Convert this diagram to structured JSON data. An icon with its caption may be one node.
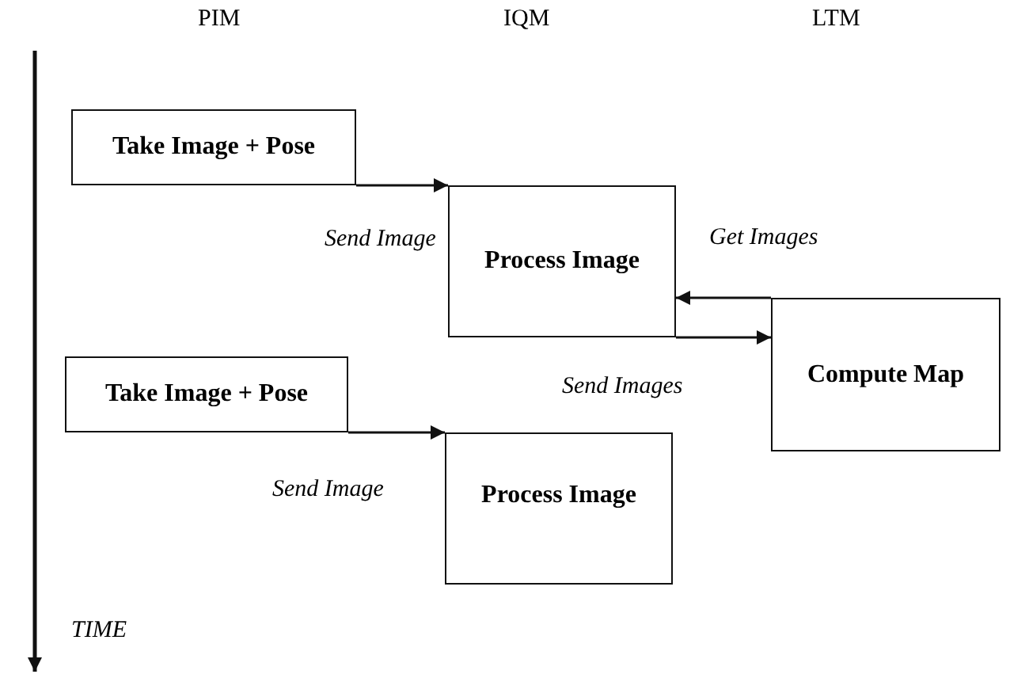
{
  "diagram": {
    "nodes": [
      {
        "text": [
          "Take Image + Pose"
        ]
      },
      {
        "text": [
          "Process Image"
        ]
      },
      {
        "text": [
          "Compute Map"
        ]
      },
      {
        "text": [
          "Take Image + Pose"
        ]
      },
      {
        "text": [
          "Process Image"
        ]
      }
    ],
    "edges": [
      {
        "from": 0,
        "to": 1,
        "arrow": "to",
        "label": "Send Image"
      },
      {
        "from": 2,
        "to": 1,
        "arrow": "to",
        "label": "Get Images"
      },
      {
        "from": 1,
        "to": 2,
        "arrow": "to",
        "label": "Send Images"
      },
      {
        "from": 3,
        "to": 4,
        "arrow": "to",
        "label": "Send Image"
      }
    ],
    "labels": [
      "PIM",
      "IQM",
      "LTM",
      "TIME"
    ]
  }
}
